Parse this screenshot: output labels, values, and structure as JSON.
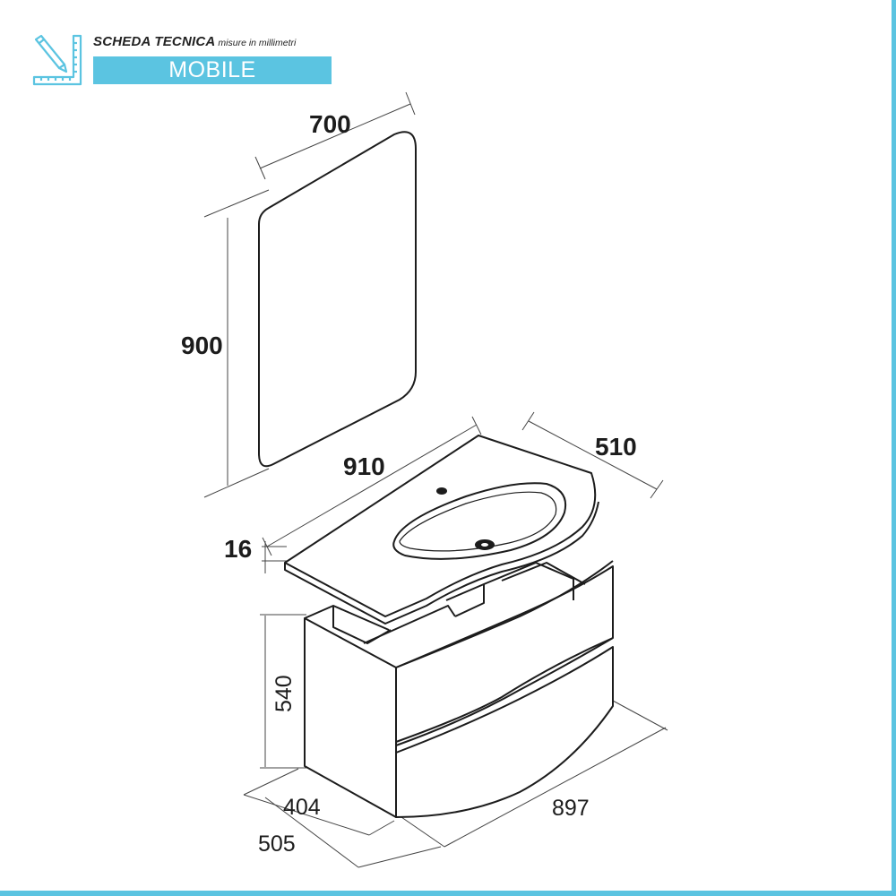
{
  "header": {
    "title": "SCHEDA TECNICA",
    "subtitle": "misure in millimetri",
    "badge_label": "MOBILE",
    "icon": "ruler-pencil-icon",
    "accent_color": "#5bc4e1"
  },
  "dimensions": {
    "mirror_width": "700",
    "mirror_height": "900",
    "top_width": "910",
    "top_depth": "510",
    "top_thickness": "16",
    "cabinet_height": "540",
    "cabinet_inner_depth": "404",
    "cabinet_depth": "505",
    "cabinet_width": "897"
  }
}
